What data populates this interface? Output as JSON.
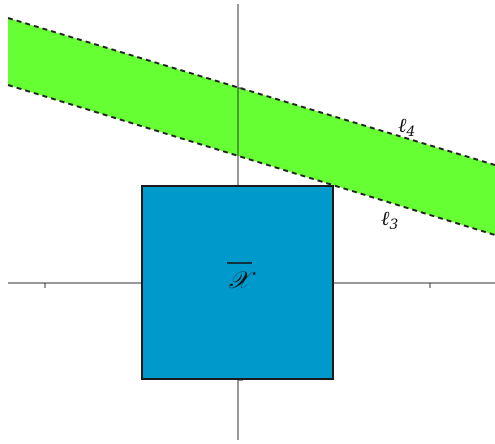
{
  "diagram": {
    "labels": {
      "set": "𝒳",
      "line_upper": "ℓ",
      "line_upper_subscript": "4",
      "line_lower": "ℓ",
      "line_lower_subscript": "3"
    },
    "colors": {
      "band_fill": "#66ff33",
      "square_fill": "#0099cc",
      "square_stroke": "#1a1a1a",
      "axis": "#333333",
      "dashed_line": "#222222",
      "label": "#111111"
    }
  }
}
